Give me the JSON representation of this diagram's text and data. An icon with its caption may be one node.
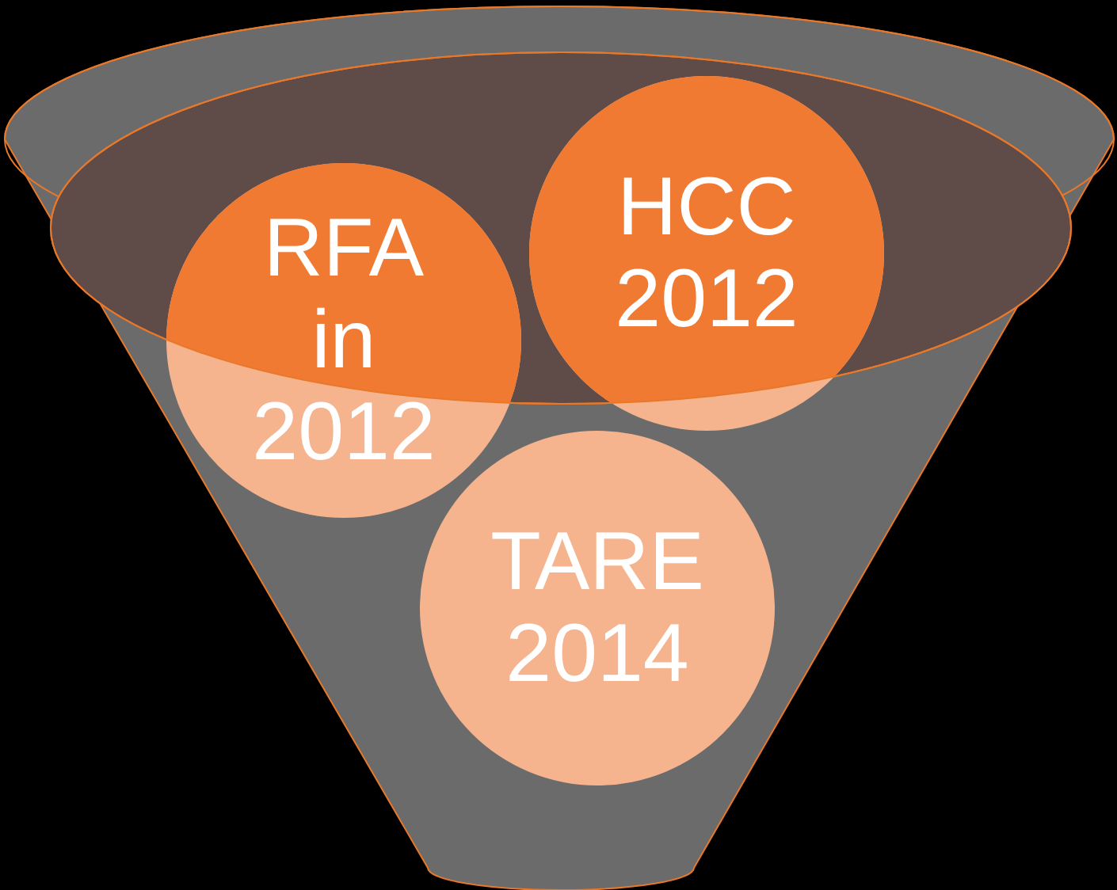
{
  "diagram": {
    "nodes": [
      {
        "text": [],
        "shape": "funnel"
      },
      {
        "text": [
          "RFA in 2012"
        ],
        "in": 0
      },
      {
        "text": [
          "HCC 2012"
        ],
        "in": 0
      },
      {
        "text": [
          "TARE 2014"
        ],
        "in": 0
      }
    ]
  }
}
